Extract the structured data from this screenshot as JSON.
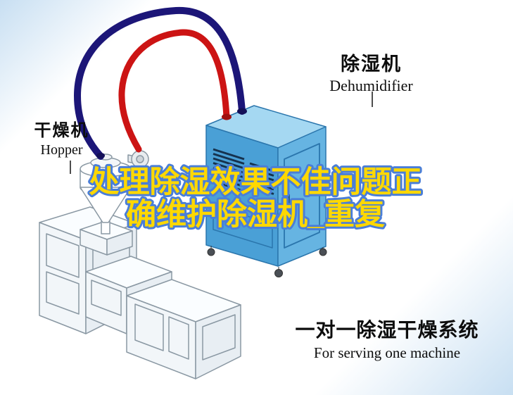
{
  "poster": {
    "title": {
      "line1": "处理除湿效果不佳问题正",
      "line2": "确维护除湿机_重复"
    },
    "labels": {
      "dehumidifier": {
        "zh": "除湿机",
        "en": "Dehumidifier"
      },
      "hopper": {
        "zh": "干燥机",
        "en": "Hopper"
      }
    },
    "footer": {
      "zh": "一对一除湿干燥系统",
      "en": "For serving one machine"
    },
    "colors": {
      "title_fill": "#ffd800",
      "title_outline": "#4a7ed8",
      "pipe_supply_red": "#cc1414",
      "pipe_return_navy": "#1c1678",
      "dehumidifier_blue": "#4aa0d6",
      "background_corner_blue": "#c8dff2"
    },
    "illustration_parts": [
      "dehumidifier-unit",
      "hopper-dryer",
      "extruder-machine",
      "supply-pipe-red",
      "return-pipe-navy"
    ]
  }
}
